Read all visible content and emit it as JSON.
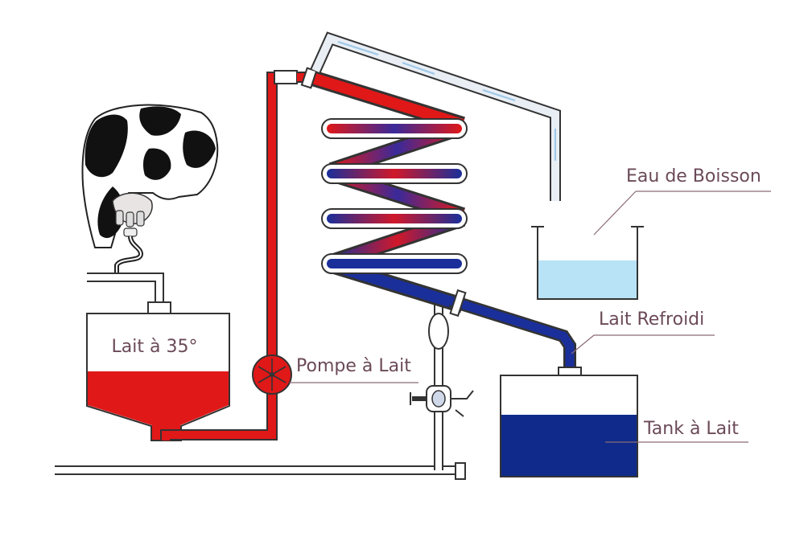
{
  "labels": {
    "source_tank": "Lait à 35°",
    "pump": "Pompe à Lait",
    "drinking_water": "Eau de Boisson",
    "cooled_milk": "Lait Refroidi",
    "milk_tank": "Tank à Lait"
  },
  "colors": {
    "milk_hot": "#e01818",
    "milk_cold": "#0f2a8a",
    "water": "#b8e2f5",
    "pipe_outline": "#333333",
    "label_text": "#6b4a58",
    "leader_line": "#8a6a78"
  }
}
